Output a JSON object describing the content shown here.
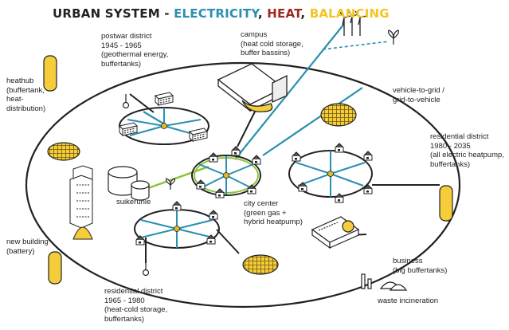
{
  "title": {
    "prefix": "URBAN SYSTEM - ",
    "electricity": "ELECTRICITY",
    "sep1": ", ",
    "heat": "HEAT",
    "sep2": ", ",
    "balancing": "BALANCING"
  },
  "colors": {
    "electricity": "#2a8fb0",
    "heat": "#9e2a22",
    "balancing": "#f3c423",
    "heat_fill": "#f5cc3a",
    "node": "#e8b91f",
    "green_line": "#8fc23b",
    "outline": "#222222"
  },
  "labels": {
    "postwar": "postwar district\n1945 - 1965\n(geothermal energy,\nbuffertanks)",
    "campus": "campus\n(heat cold storage,\nbuffer bassins)",
    "heathub": "heathub\n(buffertank,\nheat-\ndistribution)",
    "v2g": "vehicle-to-grid /\ngrid-to-vehicle",
    "residential_new": "residential district\n1980 - 2035\n(all electric heatpump,\nbuffertanks)",
    "suikerunie": "suikerunie",
    "city_center": "city center\n(green gas +\nhybrid heatpump)",
    "new_building": "new building\n(battery)",
    "business": "business\n(big buffertanks)",
    "residential_old": "residential district\n1965 - 1980\n(heat-cold storage,\nbuffertanks)",
    "waste": "waste incineration"
  },
  "icons": [
    "wind-turbines-icon",
    "seedling-icon",
    "solar-panel-icon",
    "house-icon",
    "apartment-block-icon",
    "gas-tank-icon",
    "buffertank-icon",
    "battery-tower-icon",
    "factory-icon",
    "car-charger-icon"
  ]
}
